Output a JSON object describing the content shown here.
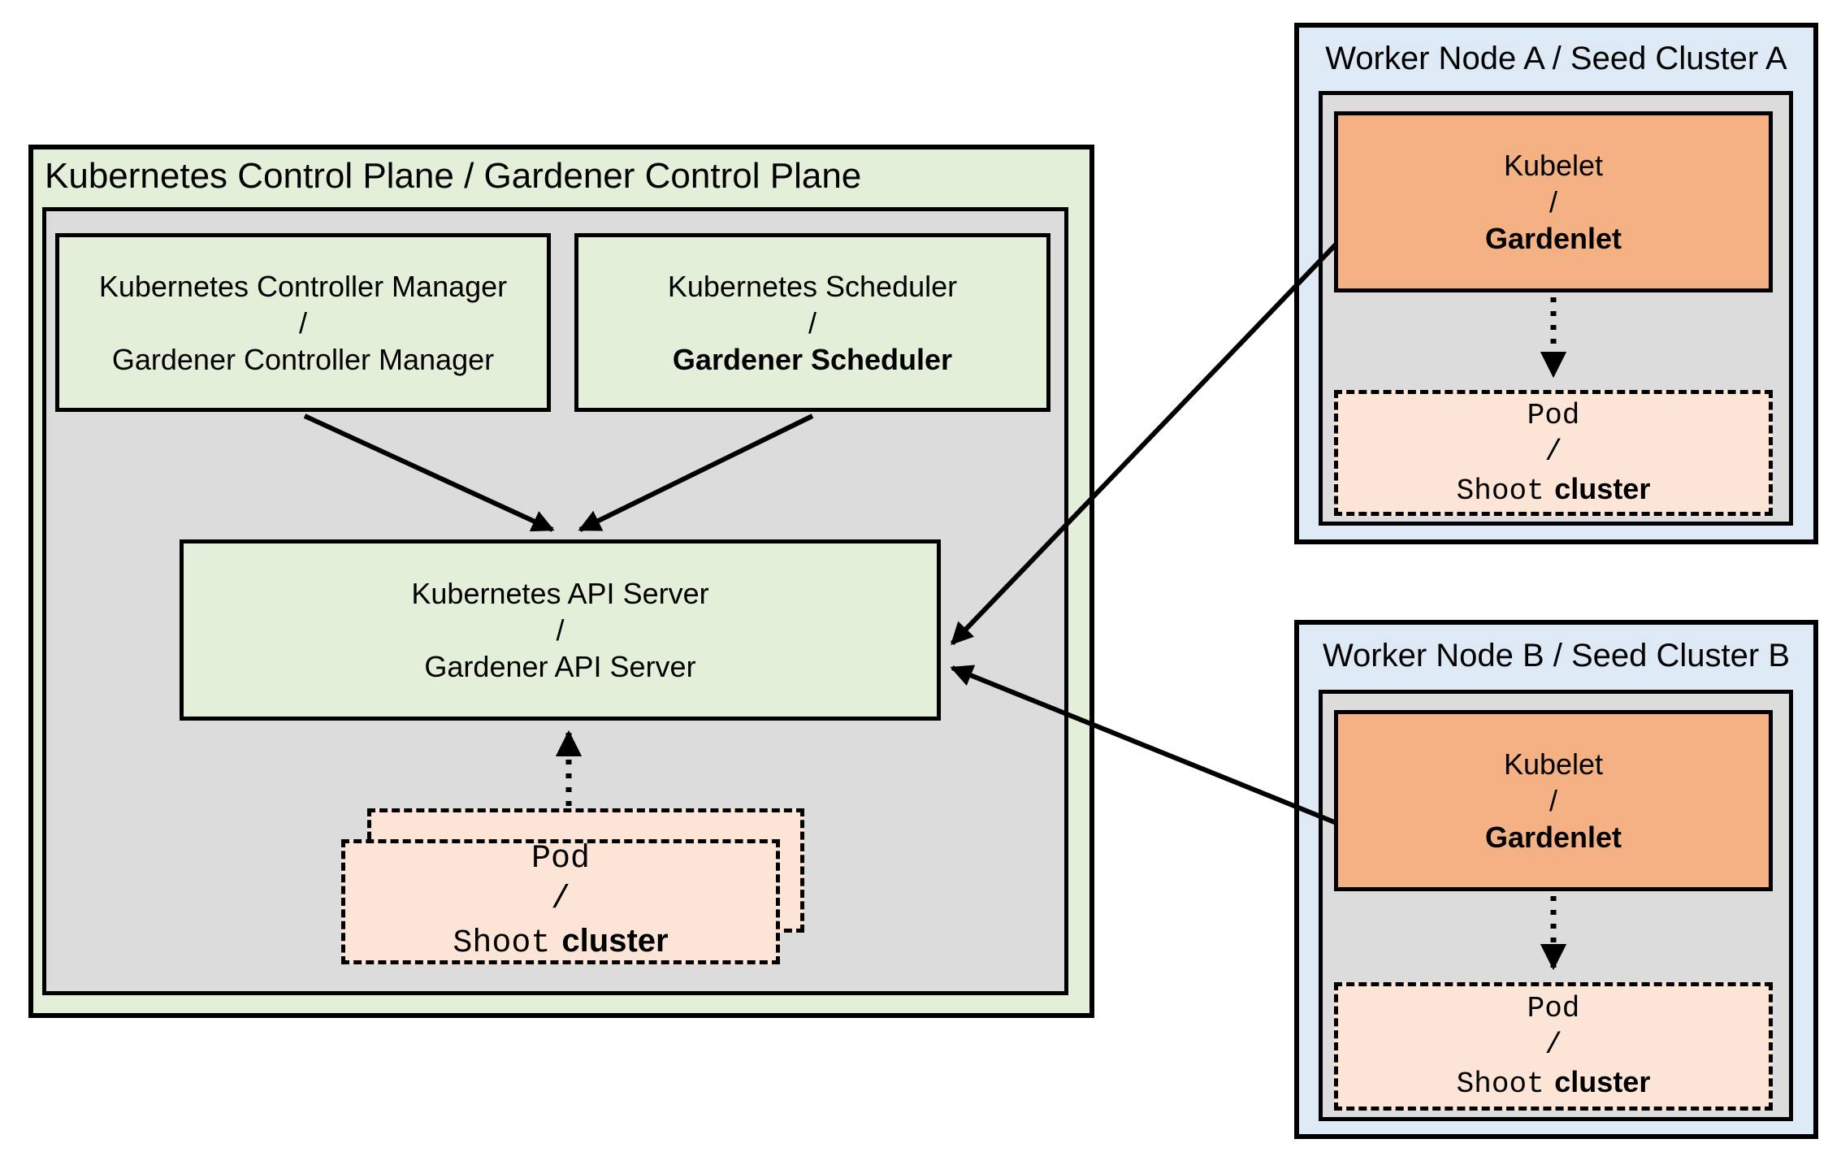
{
  "diagram": {
    "control_plane": {
      "title": "Kubernetes Control Plane / Gardener Control Plane",
      "controller_manager": {
        "top": "Kubernetes Controller Manager",
        "sep": "/",
        "bottom": "Gardener Controller Manager"
      },
      "scheduler": {
        "top": "Kubernetes Scheduler",
        "sep": "/",
        "bottom": "Gardener Scheduler"
      },
      "api_server": {
        "top": "Kubernetes API Server",
        "sep": "/",
        "bottom": "Gardener API Server"
      },
      "pod_stack": {
        "top": "Pod",
        "sep": "/",
        "bottom_mono": "Shoot",
        "bottom_sans": "cluster"
      }
    },
    "worker_a": {
      "title": "Worker Node A / Seed Cluster A",
      "kubelet": {
        "top": "Kubelet",
        "sep": "/",
        "bottom": "Gardenlet"
      },
      "pod": {
        "top": "Pod",
        "sep": "/",
        "bottom_mono": "Shoot",
        "bottom_sans": "cluster"
      }
    },
    "worker_b": {
      "title": "Worker Node B / Seed Cluster B",
      "kubelet": {
        "top": "Kubelet",
        "sep": "/",
        "bottom": "Gardenlet"
      },
      "pod": {
        "top": "Pod",
        "sep": "/",
        "bottom_mono": "Shoot",
        "bottom_sans": "cluster"
      }
    },
    "connections": [
      {
        "from": "controller-manager",
        "to": "api-server",
        "style": "solid-arrow"
      },
      {
        "from": "scheduler",
        "to": "api-server",
        "style": "solid-arrow"
      },
      {
        "from": "pod-shoot-stack",
        "to": "api-server",
        "style": "dotted-arrow"
      },
      {
        "from": "kubelet-gardenlet-a",
        "to": "api-server",
        "style": "solid-arrow"
      },
      {
        "from": "kubelet-gardenlet-b",
        "to": "api-server",
        "style": "solid-arrow"
      },
      {
        "from": "kubelet-gardenlet-a",
        "to": "pod-shoot-a",
        "style": "dotted-arrow"
      },
      {
        "from": "kubelet-gardenlet-b",
        "to": "pod-shoot-b",
        "style": "dotted-arrow"
      }
    ],
    "colors": {
      "green_fill": "#E3EFD9",
      "gray_fill": "#DCDCDC",
      "blue_fill": "#DDE9F5",
      "orange_fill": "#F4B183",
      "peach_fill": "#FCE4D6",
      "border": "#000000",
      "background": "#FFFFFF"
    }
  }
}
